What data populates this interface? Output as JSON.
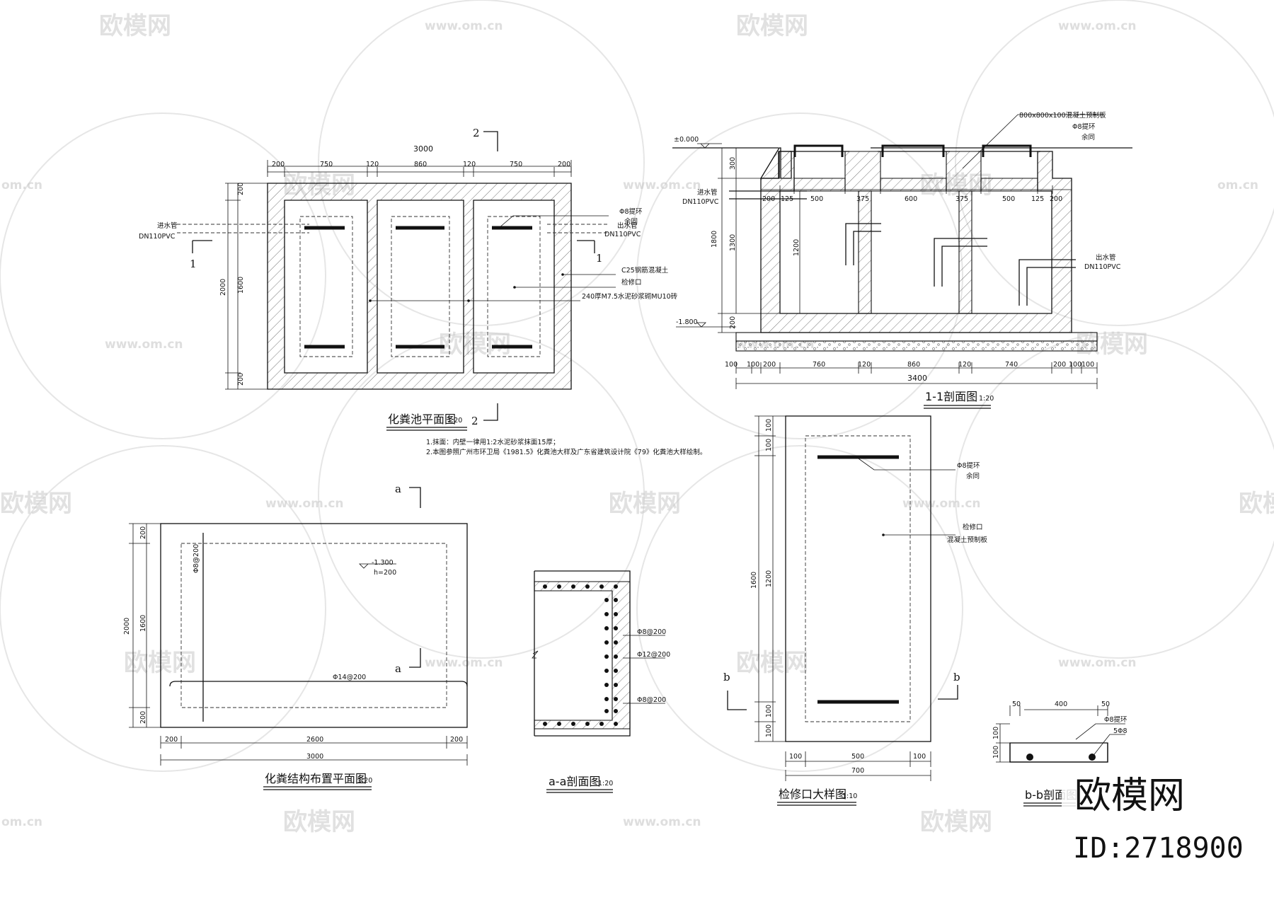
{
  "watermark": {
    "brand": "欧模网",
    "url": "www.om.cn",
    "edge_url": "om.cn"
  },
  "drawings": {
    "plan": {
      "title": "化粪池平面图",
      "scale": "1:20",
      "section_marks": [
        "2",
        "1"
      ],
      "dims_top": [
        "200",
        "750",
        "120",
        "860",
        "120",
        "750",
        "200"
      ],
      "overall_width": "3000",
      "dims_left": [
        "200",
        "1600",
        "200"
      ],
      "overall_height": "2000",
      "inlet": [
        "进水管",
        "DN110PVC"
      ],
      "outlet": [
        "出水管",
        "DN110PVC"
      ],
      "leaders": [
        "Φ8提环",
        "余同",
        "C25钢筋混凝土",
        "检修口",
        "240厚M7.5水泥砂浆砌MU10砖"
      ],
      "notes": [
        "1.抹面：内壁一律用1:2水泥砂浆抹面15厚；",
        "2.本图参照广州市环卫局《1981.5》化粪池大样及广东省建筑设计院《79》化粪池大样绘制。"
      ]
    },
    "section_1_1": {
      "title": "1-1剖面图",
      "scale": "1:20",
      "level_top": "±0.000",
      "level_bottom": "-1.800",
      "cover_note": [
        "800x800x100混凝土预制板",
        "Φ8提环",
        "余同"
      ],
      "inlet": [
        "进水管",
        "DN110PVC"
      ],
      "outlet": [
        "出水管",
        "DN110PVC"
      ],
      "dims_inner": [
        "200",
        "125",
        "500",
        "375",
        "600",
        "375",
        "500",
        "125",
        "200"
      ],
      "dims_left": [
        "300",
        "1800",
        "1300",
        "1200",
        "200"
      ],
      "dims_bottom": [
        "100",
        "100",
        "200",
        "760",
        "120",
        "860",
        "120",
        "740",
        "200",
        "100",
        "100"
      ],
      "overall_width": "3400"
    },
    "structure_plan": {
      "title": "化粪结构布置平面图",
      "scale": "1:20",
      "section_mark": "a",
      "level": "-1.300",
      "thickness": "h=200",
      "rebar_v": "Φ8@200",
      "rebar_h": "Φ14@200",
      "dims_left": [
        "200",
        "1600",
        "200"
      ],
      "overall_height": "2000",
      "dims_bottom": [
        "200",
        "2600",
        "200"
      ],
      "overall_width": "3000"
    },
    "section_a_a": {
      "title": "a-a剖面图",
      "scale": "1:20",
      "rebars": [
        "Φ8@200",
        "Φ12@200",
        "Φ8@200"
      ]
    },
    "manhole": {
      "title": "检修口大样图",
      "scale": "1:10",
      "section_mark": "b",
      "leaders": [
        "Φ8提环",
        "余同",
        "检修口",
        "混凝土预制板"
      ],
      "dims_left": [
        "100",
        "100",
        "1200",
        "100",
        "100"
      ],
      "overall_height": "1600",
      "dims_bottom": [
        "100",
        "500",
        "100"
      ],
      "overall_width": "700"
    },
    "section_b_b": {
      "title": "b-b剖面图",
      "dims_top": [
        "50",
        "400",
        "50"
      ],
      "dims_left": [
        "100",
        "100"
      ],
      "leaders": [
        "Φ8提环",
        "5Φ8"
      ]
    }
  },
  "brand_mark": {
    "name": "欧模网",
    "id": "ID:2718900"
  }
}
